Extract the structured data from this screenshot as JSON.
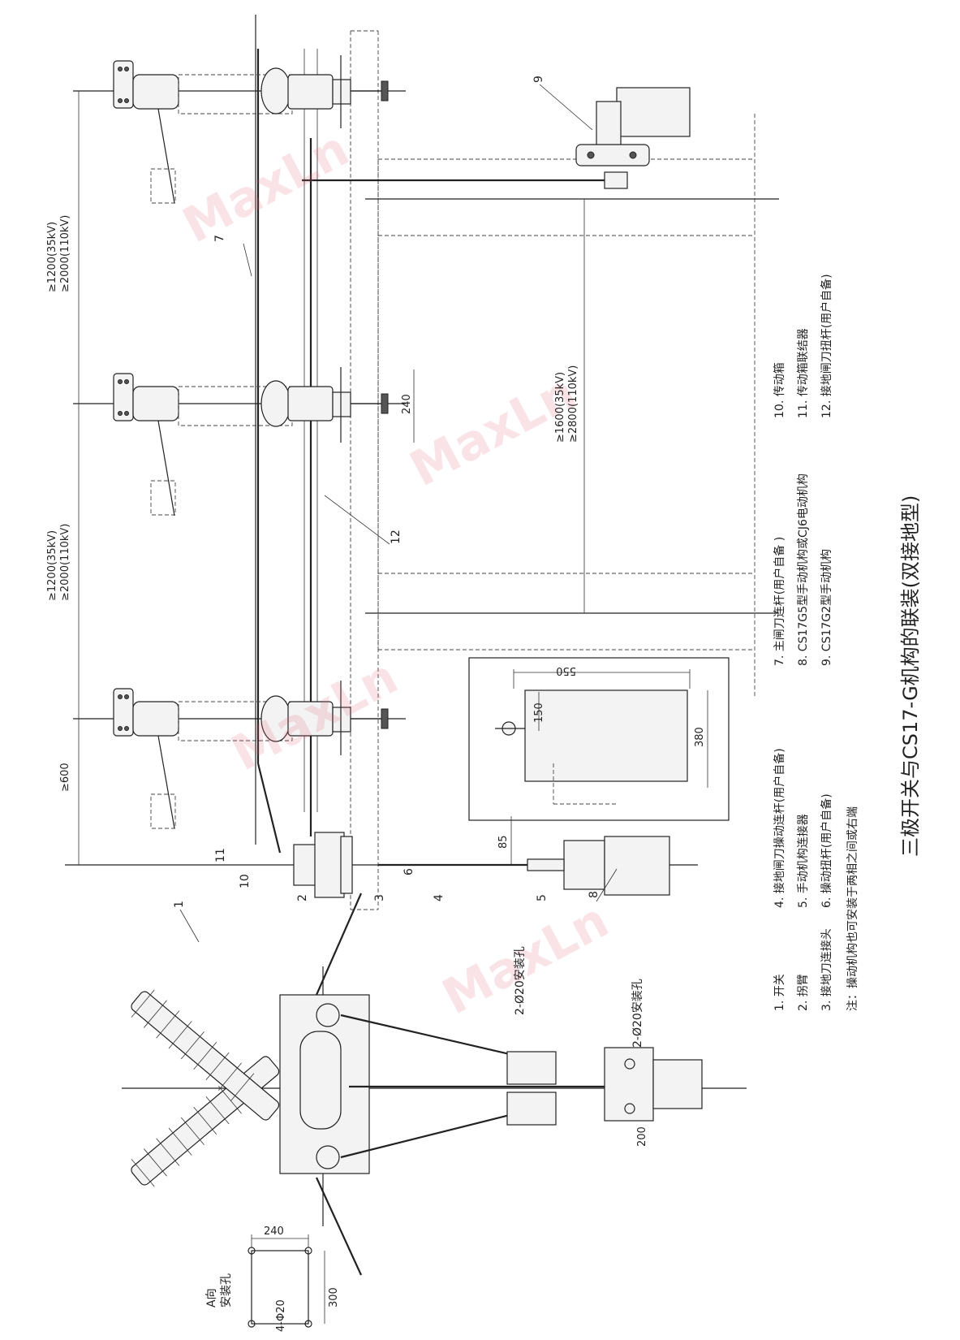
{
  "title": "三极开关与CS17-G机构的联装(双接地型)",
  "watermark": "MaxLn",
  "legend": {
    "col1": [
      "1. 开关",
      "2. 拐臂",
      "3. 接地刀连接头"
    ],
    "col2": [
      "4. 接地闸刀操动连杆(用户自备)",
      "5. 手动机构连接器",
      "6. 操动扭杆(用户自备)"
    ],
    "col3": [
      "7. 主闸刀连杆(用户自备 )",
      "8. CS17G5型手动机构或CJ6电动机构",
      "9. CS17G2型手动机构"
    ],
    "col4": [
      "10. 传动箱",
      "11. 传动箱联结器",
      "12. 接地闸刀扭杆(用户自备)"
    ],
    "note": "注：操动机构也可安装于两相之间或右端"
  },
  "dimensions": {
    "pole_spacing_top": [
      "≥1200(35kV)",
      "≥2000(110kV)"
    ],
    "pole_spacing_mid": [
      "≥1200(35kV)",
      "≥2000(110kV)"
    ],
    "bottom_offset": "≥600",
    "vertical_span": [
      "≥1600(35kV)",
      "≥2800(110kV)"
    ],
    "d240_mid": "240",
    "d85": "85",
    "d550": "550",
    "d150": "150",
    "d380": "380",
    "d200": "200",
    "d240_base": "240",
    "d300": "300",
    "hole_20": "4-Φ20",
    "view_a": "A向",
    "mount_holes": "安装孔",
    "mount_hole_left": "2-Ø20安装孔",
    "mount_hole_right": "2-Ø20安装孔"
  },
  "callouts": {
    "n1": "1",
    "n2": "2",
    "n3": "3",
    "n4": "4",
    "n5": "5",
    "n6": "6",
    "n7": "7",
    "n8": "8",
    "n9": "9",
    "n10": "10",
    "n11": "11",
    "n12": "12"
  }
}
